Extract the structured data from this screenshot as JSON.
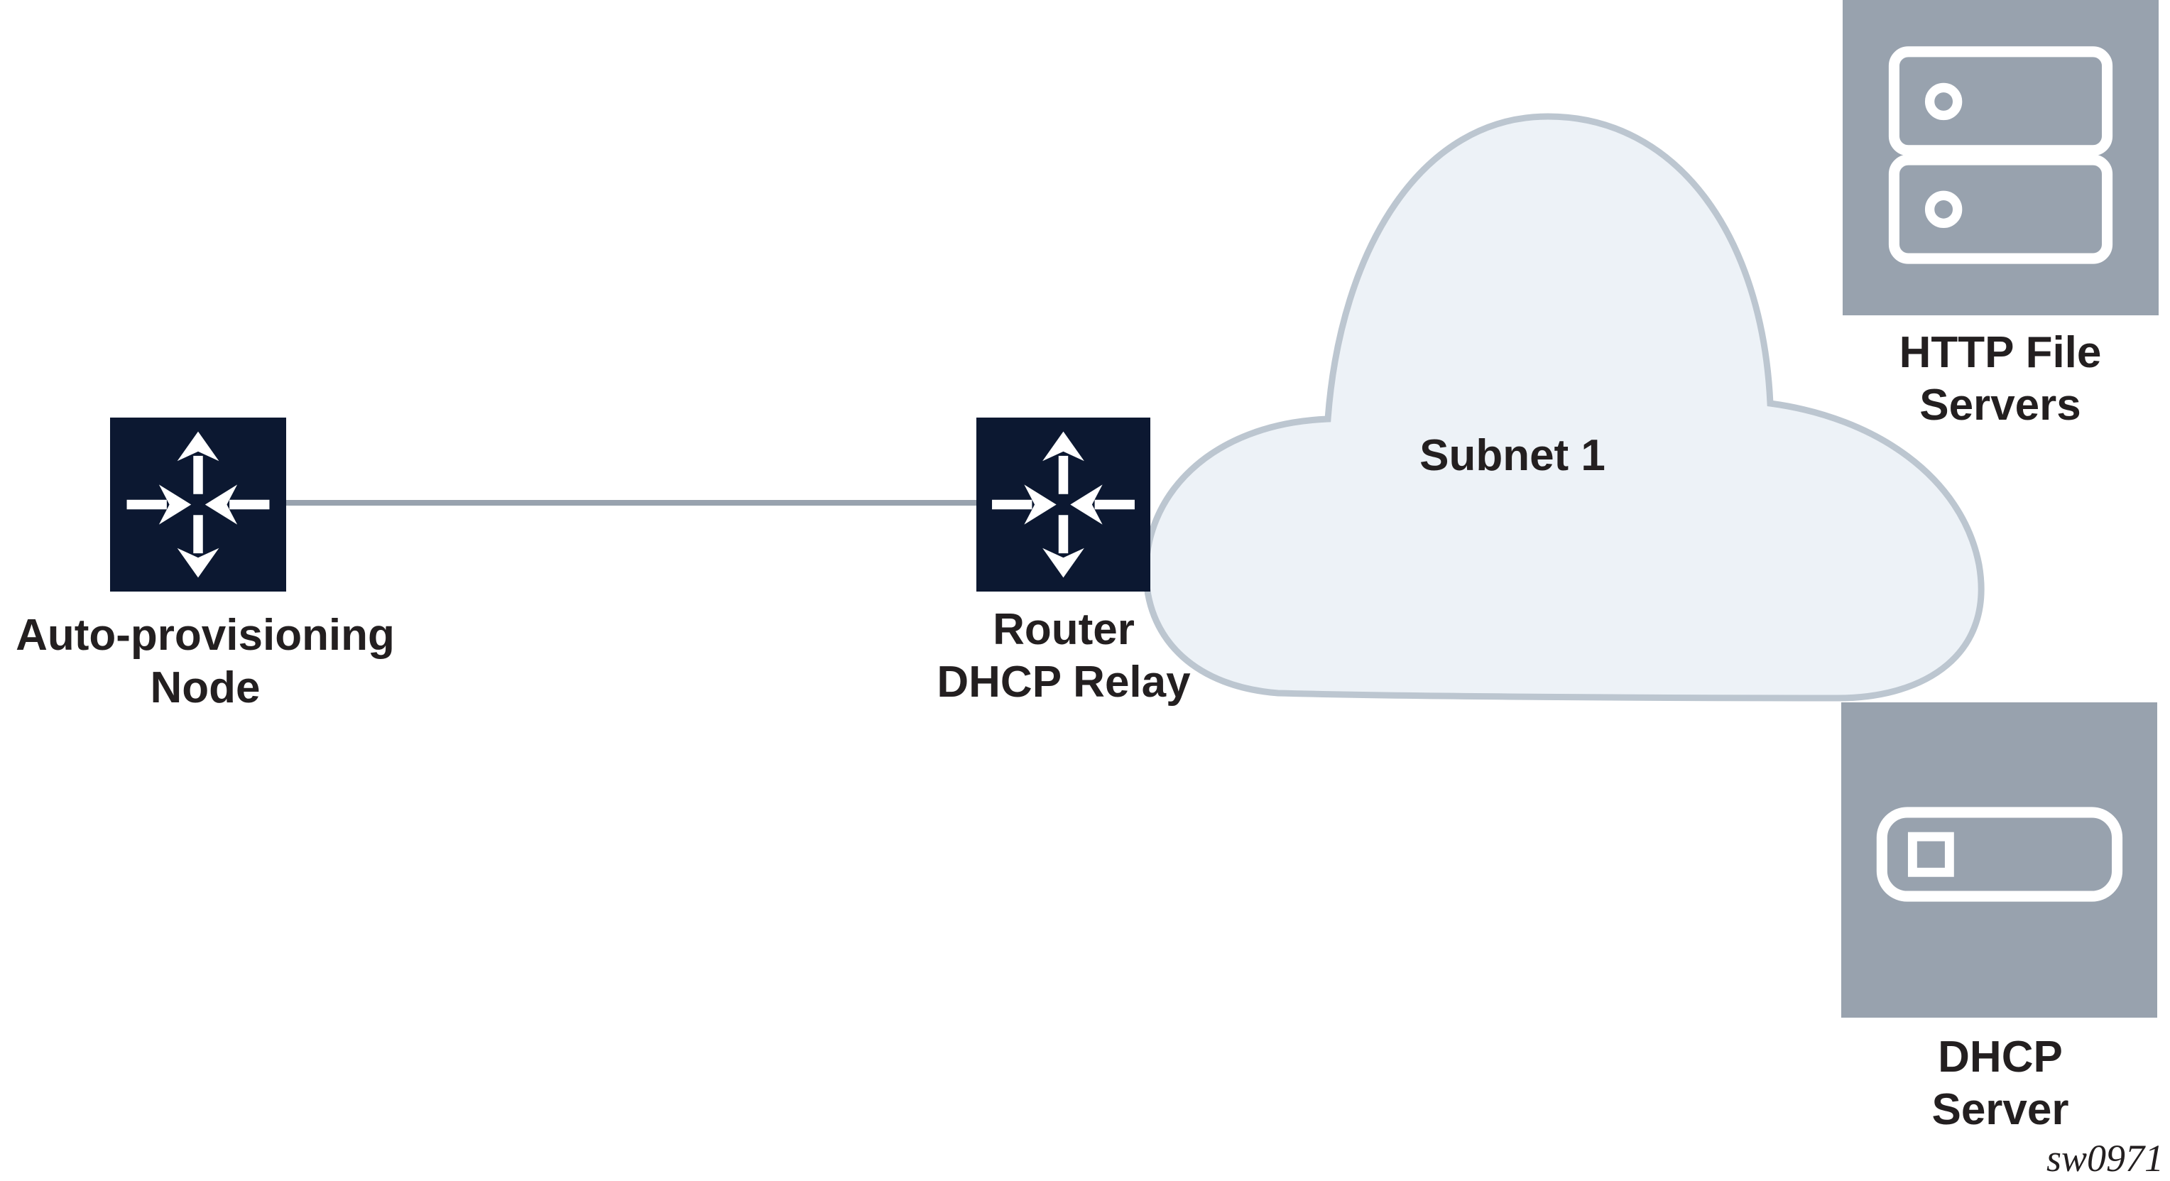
{
  "diagram": {
    "watermark": "sw0971",
    "colors": {
      "node_fill": "#0c1831",
      "server_fill": "#98a2ae",
      "cloud_fill": "#edf2f7",
      "cloud_stroke": "#bcc6d0",
      "link": "#98a2ae",
      "label": "#231f20",
      "icon": "#ffffff"
    },
    "nodes": {
      "auto_provisioning": {
        "label_line1": "Auto-provisioning",
        "label_line2": "Node"
      },
      "router": {
        "label_line1": "Router",
        "label_line2": "DHCP Relay"
      },
      "subnet": {
        "label": "Subnet 1"
      },
      "http_servers": {
        "label_line1": "HTTP File",
        "label_line2": "Servers"
      },
      "dhcp_server": {
        "label_line1": "DHCP",
        "label_line2": "Server"
      }
    }
  }
}
